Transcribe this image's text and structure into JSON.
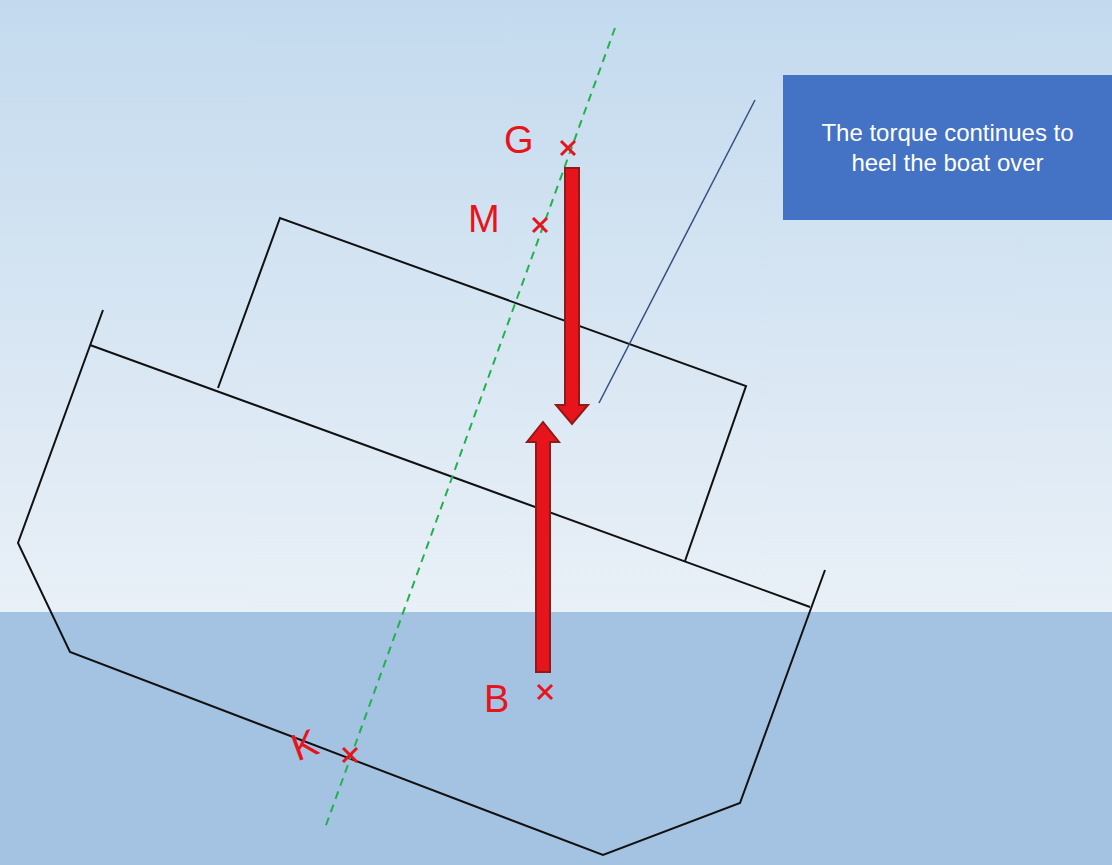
{
  "diagram": {
    "nodes": [
      {
        "text": [
          "The torque continues to heel the boat over"
        ]
      }
    ],
    "labels": [
      "G",
      "M",
      "B",
      "K"
    ]
  }
}
